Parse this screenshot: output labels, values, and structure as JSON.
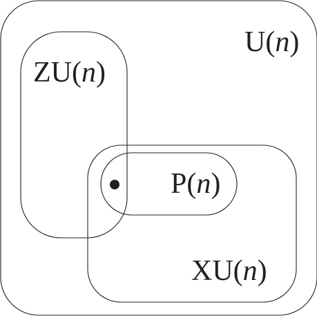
{
  "diagram": {
    "sets": {
      "u": {
        "name": "U",
        "open": "(",
        "arg": "n",
        "close": ")"
      },
      "zu": {
        "name": "ZU",
        "open": "(",
        "arg": "n",
        "close": ")"
      },
      "xu": {
        "name": "XU",
        "open": "(",
        "arg": "n",
        "close": ")"
      },
      "p": {
        "name": "P",
        "open": "(",
        "arg": "n",
        "close": ")"
      }
    },
    "stroke_color": "#231f20",
    "background": "#ffffff"
  }
}
